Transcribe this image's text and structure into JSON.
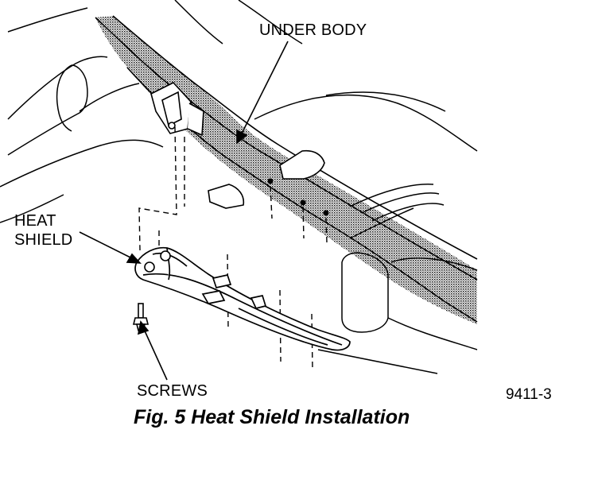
{
  "callouts": {
    "under_body": "UNDER BODY",
    "heat_shield_line1": "HEAT",
    "heat_shield_line2": "SHIELD",
    "screws": "SCREWS"
  },
  "figure_number": "9411-3",
  "caption": "Fig. 5 Heat Shield Installation",
  "colors": {
    "ink": "#000000",
    "background": "#ffffff",
    "shading": "#7a7a7a"
  }
}
